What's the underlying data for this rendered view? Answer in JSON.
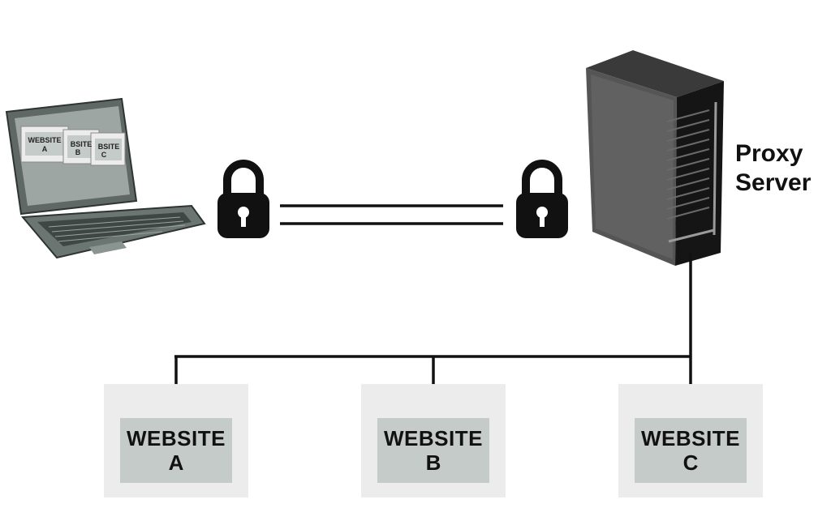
{
  "diagram": {
    "proxy": {
      "line1": "Proxy",
      "line2": "Server"
    },
    "websites": [
      {
        "word": "WEBSITE",
        "letter": "A"
      },
      {
        "word": "WEBSITE",
        "letter": "B"
      },
      {
        "word": "WEBSITE",
        "letter": "C"
      }
    ],
    "laptop_screen_cards": [
      {
        "word": "WEBSITE",
        "letter": "A"
      },
      {
        "word": "BSITE",
        "letter": "B"
      },
      {
        "word": "BSITE",
        "letter": "C"
      }
    ],
    "colors": {
      "line": "#111111",
      "card_bg": "#ececec",
      "label_bg": "#c5cbc9",
      "server_body": "#1a1a1a",
      "laptop_body": "#5f6864"
    }
  }
}
